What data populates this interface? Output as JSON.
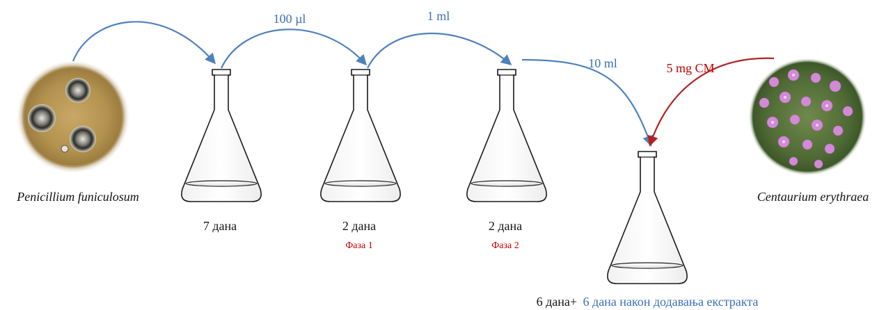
{
  "colors": {
    "arrow_blue": "#4f81bd",
    "arrow_red": "#b22222",
    "label_blue": "#3a6fb5",
    "label_red": "#c00000",
    "flask_outline": "#1a1a1a"
  },
  "left_source": {
    "species": "Penicillium funiculosum",
    "image": "petri-dish-fungal-colonies"
  },
  "right_source": {
    "species": "Centaurium erythraea",
    "image": "pink-flowering-plant"
  },
  "transfers": {
    "t1": "100 µl",
    "t2": "1 ml",
    "t3": "10 ml",
    "extract": "5 mg CM"
  },
  "flasks": {
    "f1": {
      "days": "7 дана"
    },
    "f2": {
      "days": "2 дана",
      "phase": "Фаза 1"
    },
    "f3": {
      "days": "2 дана",
      "phase": "Фаза 2"
    },
    "f4": {
      "days": "6 дана+",
      "after": "6 дана након додавања екстракта"
    }
  }
}
